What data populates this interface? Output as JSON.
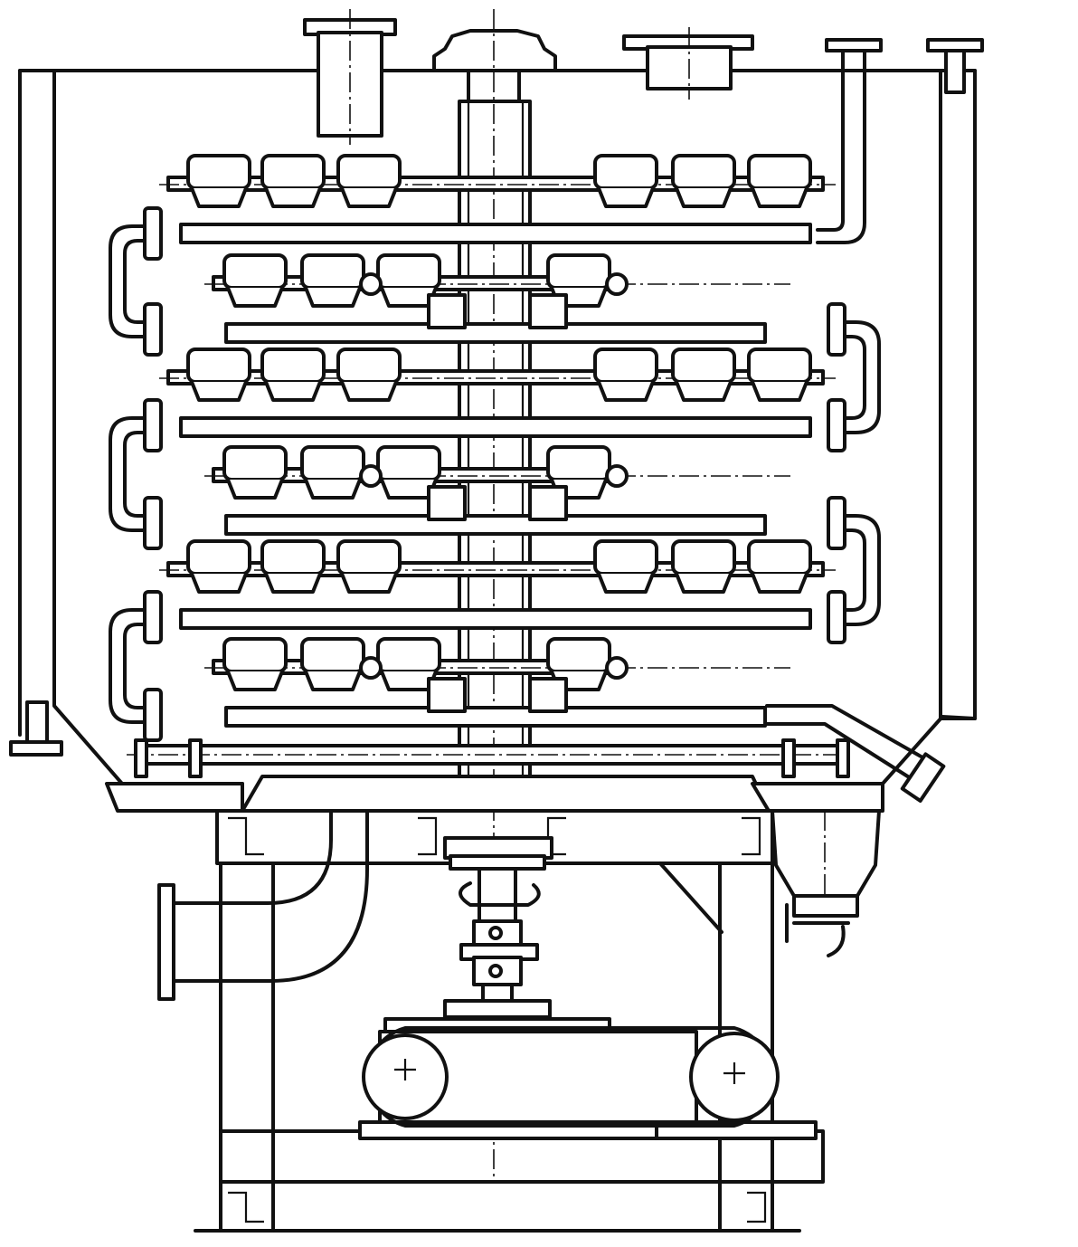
{
  "diagram": {
    "type": "engineering-drawing",
    "line_color": "#111111",
    "background": "#ffffff",
    "tiers": 6,
    "blades_per_tier_side": 3
  }
}
